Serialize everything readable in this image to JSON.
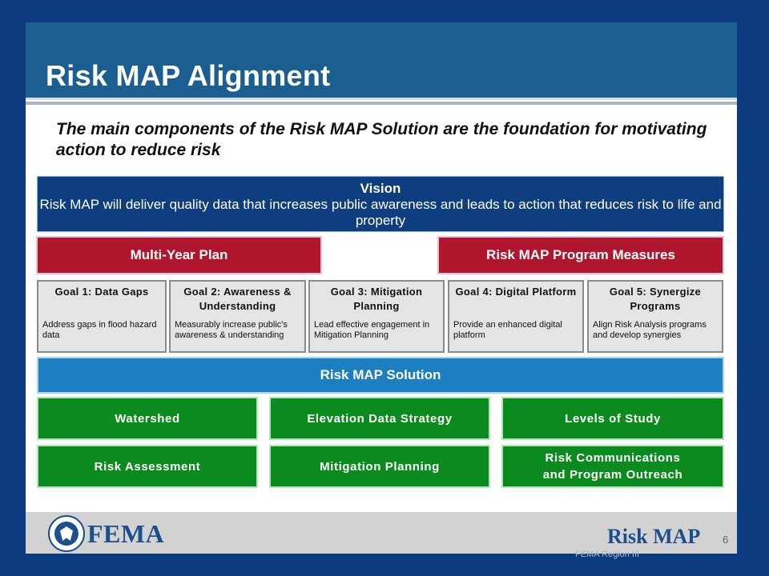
{
  "slide": {
    "title": "Risk MAP Alignment",
    "subtitle": "The main components of the Risk MAP Solution are the foundation for motivating action to reduce risk"
  },
  "vision": {
    "title": "Vision",
    "text": "Risk MAP will deliver quality data that increases public awareness and leads to action that reduces risk to life and property"
  },
  "plans": {
    "left": "Multi-Year Plan",
    "right": "Risk MAP Program Measures"
  },
  "goals": [
    {
      "title": "Goal 1: Data Gaps",
      "desc": "Address gaps in flood hazard data"
    },
    {
      "title": "Goal 2: Awareness & Understanding",
      "desc": "Measurably increase public's awareness & understanding"
    },
    {
      "title": "Goal 3: Mitigation Planning",
      "desc": "Lead effective engagement in Mitigation Planning"
    },
    {
      "title": "Goal 4: Digital Platform",
      "desc": "Provide an enhanced digital platform"
    },
    {
      "title": "Goal 5: Synergize Programs",
      "desc": "Align Risk Analysis programs and develop synergies"
    }
  ],
  "solution": {
    "title": "Risk MAP Solution",
    "components": [
      "Watershed",
      "Elevation Data Strategy",
      "Levels of Study",
      "Risk Assessment",
      "Mitigation Planning",
      "Risk Communications and Program Outreach"
    ]
  },
  "footer": {
    "agency_logo": "FEMA",
    "program_logo": "Risk MAP",
    "page_number": "6",
    "region": "FEMA Region III"
  },
  "colors": {
    "background": "#0b3a7e",
    "title_bar": "#1a5f8f",
    "vision": "#0e3e80",
    "red": "#b0172e",
    "solution": "#1d7ec2",
    "green": "#0b8a1e",
    "brand": "#1c4f8c"
  }
}
